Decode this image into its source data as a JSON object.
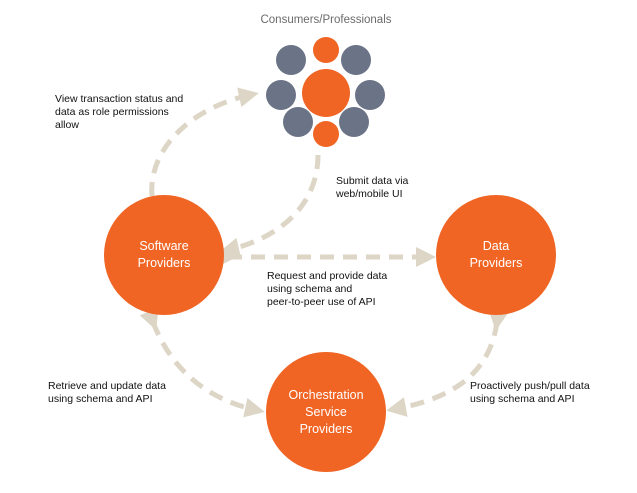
{
  "colors": {
    "node_fill": "#F06424",
    "consumer_gray": "#6B7386",
    "arrow": "#DDD6C6"
  },
  "consumers": {
    "title": "Consumers/Professionals"
  },
  "nodes": {
    "software": "Software\nProviders",
    "data": "Data\nProviders",
    "orchestration": "Orchestration\nService\nProviders"
  },
  "labels": {
    "view_status": "View transaction status and\ndata as role permissions\nallow",
    "submit_data": "Submit data via\nweb/mobile UI",
    "request_provide": "Request and provide data\nusing schema and\npeer-to-peer use of API",
    "retrieve_update": "Retrieve and update data\nusing schema and API",
    "push_pull": "Proactively push/pull data\nusing schema and API"
  }
}
